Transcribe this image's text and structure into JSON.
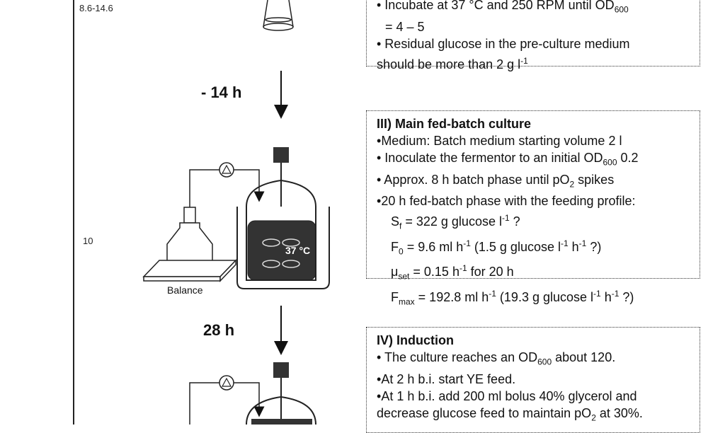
{
  "side_labels": {
    "top": "8.6-14.6",
    "mid": "10"
  },
  "times": {
    "first": "- 14 h",
    "second": "28 h"
  },
  "box_pre": {
    "line1": "• Incubate at 37 °C and 250 RPM until OD600",
    "line2": "= 4 – 5",
    "line3": "• Residual glucose in the pre-culture medium",
    "line4": "should be more than 2 g l-1"
  },
  "box_main": {
    "title": "III) Main fed-batch culture",
    "items": [
      "Medium: Batch medium starting volume 2 l",
      "Inoculate the fermentor to an initial OD600 0.2",
      "Approx. 8 h batch phase until pO2 spikes",
      "20 h fed-batch phase with the feeding profile:"
    ],
    "formulas": [
      "Sf = 322 g glucose l-1 ?",
      "F0 = 9.6 ml h-1 (1.5 g glucose l-1 h-1 ?)",
      "μset = 0.15 h-1 for 20 h",
      "Fmax = 192.8 ml h-1 (19.3 g glucose l-1 h-1 ?)"
    ]
  },
  "box_induction": {
    "title": "IV) Induction",
    "items": [
      "The culture reaches an OD600 about 120.",
      "At 2 h b.i. start YE feed.",
      "At 1 h b.i. add 200 ml bolus 40% glycerol and",
      "decrease glucose feed to maintain pO2 at 30%."
    ]
  },
  "diagram_labels": {
    "balance": "Balance",
    "temp": "37 °C"
  }
}
